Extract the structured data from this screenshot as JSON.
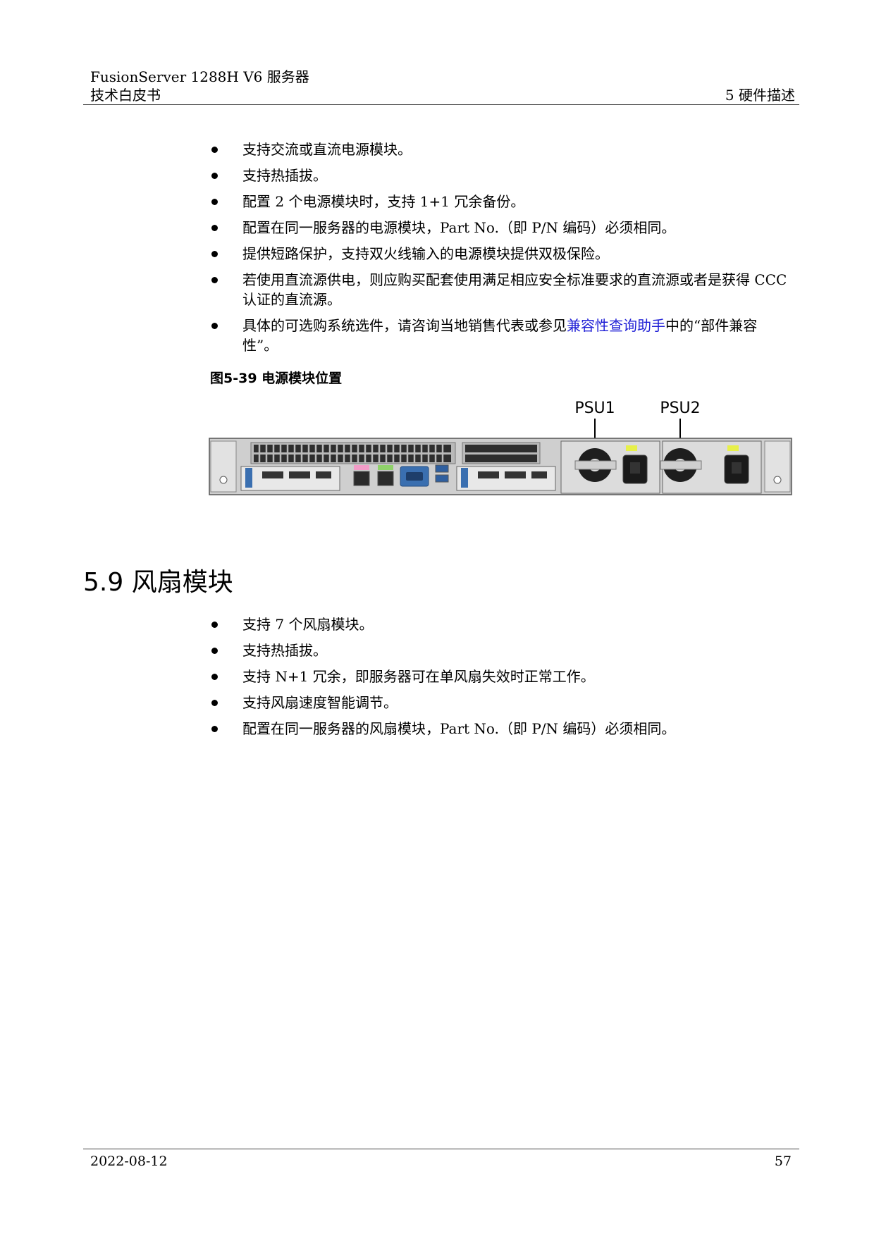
{
  "header": {
    "product": "FusionServer 1288H V6 服务器",
    "doc_type": "技术白皮书",
    "chapter": "5 硬件描述"
  },
  "psu_bullets": [
    "支持交流或直流电源模块。",
    "支持热插拔。",
    "配置 2 个电源模块时，支持 1+1 冗余备份。",
    "配置在同一服务器的电源模块，Part No.（即 P/N 编码）必须相同。",
    "提供短路保护，支持双火线输入的电源模块提供双极保险。",
    "若使用直流源供电，则应购买配套使用满足相应安全标准要求的直流源或者是获得 CCC 认证的直流源。"
  ],
  "psu_last_bullet": {
    "before": "具体的可选购系统选件，请咨询当地销售代表或参见",
    "link": "兼容性查询助手",
    "after": "中的“部件兼容性”。"
  },
  "figure": {
    "caption": "图5-39 电源模块位置",
    "labels": [
      "PSU1",
      "PSU2"
    ]
  },
  "section": {
    "title": "5.9 风扇模块",
    "bullets": [
      "支持 7 个风扇模块。",
      "支持热插拔。",
      "支持 N+1 冗余，即服务器可在单风扇失效时正常工作。",
      "支持风扇速度智能调节。",
      "配置在同一服务器的风扇模块，Part No.（即 P/N 编码）必须相同。"
    ]
  },
  "footer": {
    "date": "2022-08-12",
    "page": "57"
  },
  "colors": {
    "link": "#1f1fd6",
    "psu_handle": "#e7f04a",
    "port_pink": "#f29cc7",
    "port_green": "#8fd16a",
    "vga_blue": "#3a6fb0"
  }
}
